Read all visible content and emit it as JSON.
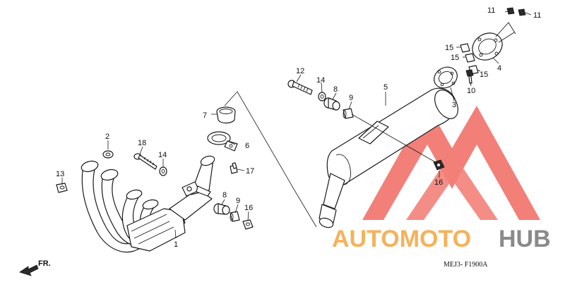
{
  "diagram": {
    "drawing_code": "MEJ3- F1900A",
    "direction_label": "FR.",
    "watermark": {
      "text_part1": "AUTOMOTO",
      "text_part2": "HUB",
      "color_part1": "#f5b25a",
      "color_part2": "#8a8a8a",
      "logo_color": "#f06a62"
    },
    "callouts": [
      {
        "id": "c11a",
        "text": "11"
      },
      {
        "id": "c11b",
        "text": "11"
      },
      {
        "id": "c15a",
        "text": "15"
      },
      {
        "id": "c15b",
        "text": "15"
      },
      {
        "id": "c15c",
        "text": "15"
      },
      {
        "id": "c4",
        "text": "4"
      },
      {
        "id": "c10",
        "text": "10"
      },
      {
        "id": "c3",
        "text": "3"
      },
      {
        "id": "c12",
        "text": "12"
      },
      {
        "id": "c14a",
        "text": "14"
      },
      {
        "id": "c8a",
        "text": "8"
      },
      {
        "id": "c9a",
        "text": "9"
      },
      {
        "id": "c5",
        "text": "5"
      },
      {
        "id": "c7",
        "text": "7"
      },
      {
        "id": "c6",
        "text": "6"
      },
      {
        "id": "c2",
        "text": "2"
      },
      {
        "id": "c18",
        "text": "18"
      },
      {
        "id": "c14b",
        "text": "14"
      },
      {
        "id": "c17",
        "text": "17"
      },
      {
        "id": "c13",
        "text": "13"
      },
      {
        "id": "c8b",
        "text": "8"
      },
      {
        "id": "c9b",
        "text": "9"
      },
      {
        "id": "c16a",
        "text": "16"
      },
      {
        "id": "c16b",
        "text": "16"
      },
      {
        "id": "c1",
        "text": "1"
      }
    ]
  }
}
